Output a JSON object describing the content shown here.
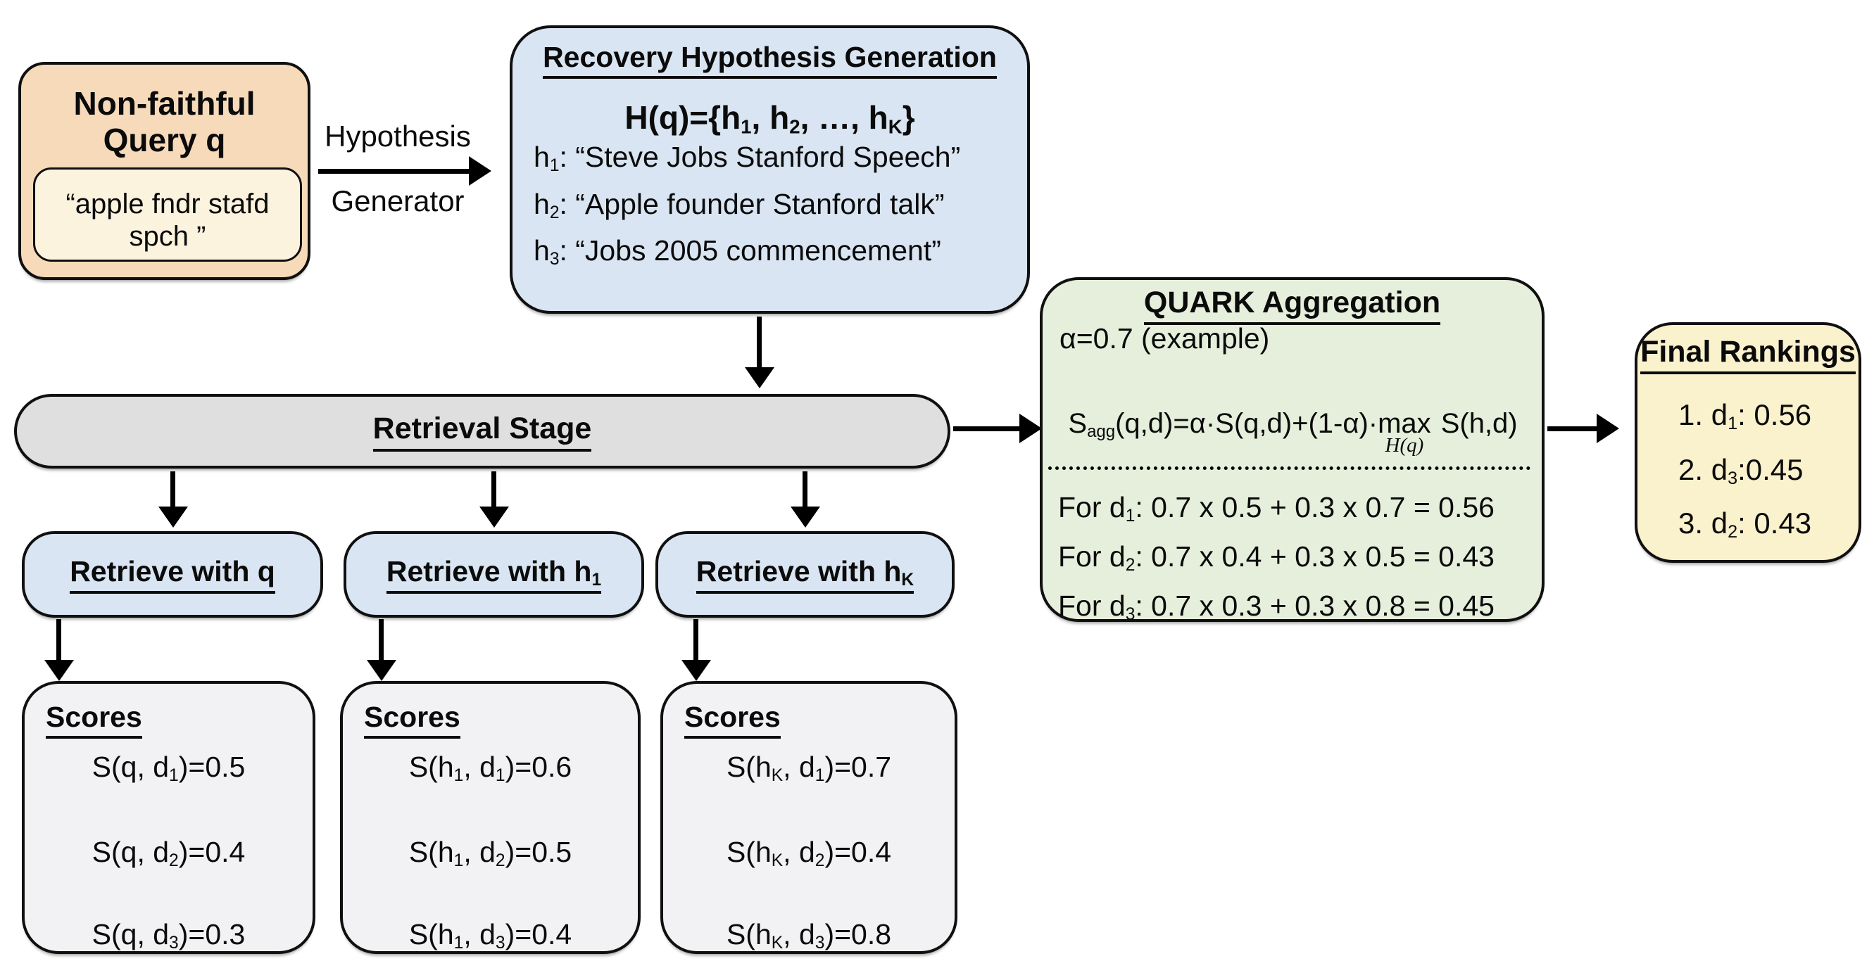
{
  "colors": {
    "peach": "#F6DABA",
    "peach_inner": "#FCF3DF",
    "blue": "#D9E5F2",
    "gray": "#DFDFDF",
    "scores": "#F2F1F4",
    "green": "#E6EFDC",
    "yellow": "#FAF1CD"
  },
  "query_box": {
    "title": "Non-faithful\nQuery q",
    "query": "“apple fndr stafd\nspch ”"
  },
  "hypothesis_arrow": {
    "top": "Hypothesis",
    "bottom": "Generator"
  },
  "hypothesis_box": {
    "title": "Recovery Hypothesis Generation",
    "set_line": "H(q)={h~1~, h~2~, …, h~K~}",
    "items": [
      "h~1~: “Steve Jobs Stanford Speech”",
      "h~2~: “Apple founder Stanford talk”",
      "h~3~: “Jobs 2005 commencement”"
    ]
  },
  "retrieval_bar": {
    "label": "Retrieval Stage"
  },
  "retrieve_boxes": [
    {
      "label": "Retrieve with q"
    },
    {
      "label": "Retrieve with h~1~"
    },
    {
      "label": "Retrieve with h~K~"
    }
  ],
  "score_boxes": [
    {
      "title": "Scores",
      "lines": [
        "S(q, d~1~)=0.5",
        "S(q, d~2~)=0.4",
        "S(q, d~3~)=0.3"
      ]
    },
    {
      "title": "Scores",
      "lines": [
        "S(h~1~, d~1~)=0.6",
        "S(h~1~, d~2~)=0.5",
        "S(h~1~, d~3~)=0.4"
      ]
    },
    {
      "title": "Scores",
      "lines": [
        "S(h~K~, d~1~)=0.7",
        "S(h~K~, d~2~)=0.4",
        "S(h~K~, d~3~)=0.8"
      ]
    }
  ],
  "quark_box": {
    "title": "QUARK Aggregation",
    "alpha_line": "α=0.7 (example)",
    "formula_pre": "S~agg~(q,d)=α·S(q,d)+(1-α)·",
    "max_label": "max",
    "max_under": "H(q)",
    "formula_post": "S(h,d)",
    "examples": [
      "For d~1~: 0.7 x 0.5 + 0.3 x 0.7 = 0.56",
      "For d~2~: 0.7 x 0.4 + 0.3 x 0.5 = 0.43",
      "For d~3~: 0.7 x 0.3 + 0.3 x 0.8 = 0.45"
    ]
  },
  "final_box": {
    "title": "Final Rankings",
    "items": [
      "1. d~1~: 0.56",
      "2. d~3~:0.45",
      "3. d~2~: 0.43"
    ]
  }
}
